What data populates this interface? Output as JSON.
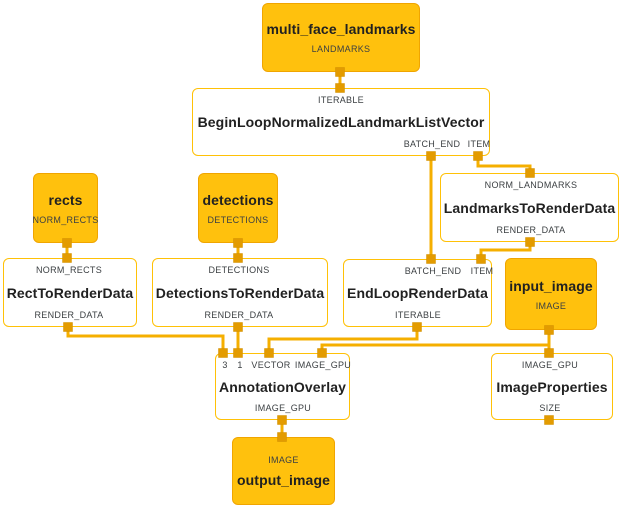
{
  "nodes": {
    "multi_face_landmarks": {
      "title": "multi_face_landmarks",
      "out_label": "LANDMARKS"
    },
    "begin_loop": {
      "title": "BeginLoopNormalizedLandmarkListVector",
      "in_label": "ITERABLE",
      "out1_label": "BATCH_END",
      "out2_label": "ITEM"
    },
    "rects": {
      "title": "rects",
      "out_label": "NORM_RECTS"
    },
    "detections": {
      "title": "detections",
      "out_label": "DETECTIONS"
    },
    "landmarks_to_render_data": {
      "title": "LandmarksToRenderData",
      "in_label": "NORM_LANDMARKS",
      "out_label": "RENDER_DATA"
    },
    "rect_to_render_data": {
      "title": "RectToRenderData",
      "in_label": "NORM_RECTS",
      "out_label": "RENDER_DATA"
    },
    "detections_to_render_data": {
      "title": "DetectionsToRenderData",
      "in_label": "DETECTIONS",
      "out_label": "RENDER_DATA"
    },
    "end_loop_render_data": {
      "title": "EndLoopRenderData",
      "in1_label": "BATCH_END",
      "in2_label": "ITEM",
      "out_label": "ITERABLE"
    },
    "input_image": {
      "title": "input_image",
      "out_label": "IMAGE"
    },
    "annotation_overlay": {
      "title": "AnnotationOverlay",
      "in1_label": "3",
      "in2_label": "1",
      "in3_label": "VECTOR",
      "in4_label": "IMAGE_GPU",
      "out_label": "IMAGE_GPU"
    },
    "image_properties": {
      "title": "ImageProperties",
      "in_label": "IMAGE_GPU",
      "out_label": "SIZE"
    },
    "output_image": {
      "title": "output_image",
      "in_label": "IMAGE"
    }
  },
  "colors": {
    "amber_node_fill": "#FFC10D",
    "amber_node_border": "#F0A500",
    "white_node_border": "#FFC107",
    "edge": "#F5AF00",
    "port_connector": "#E39B00",
    "title_text": "#212121",
    "port_label_text": "#3C4043",
    "background": "#FFFFFF"
  }
}
